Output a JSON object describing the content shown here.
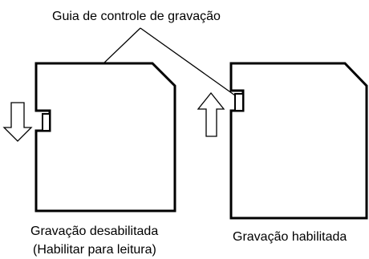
{
  "labels": {
    "title": "Guia de controle de gravação",
    "left_line1": "Gravação desabilitada",
    "left_line2": "(Habilitar para leitura)",
    "right": "Gravação habilitada"
  },
  "icons": {
    "left_arrow": "arrow-down-icon",
    "right_arrow": "arrow-up-icon"
  },
  "colors": {
    "stroke": "#000000",
    "background": "#ffffff"
  }
}
